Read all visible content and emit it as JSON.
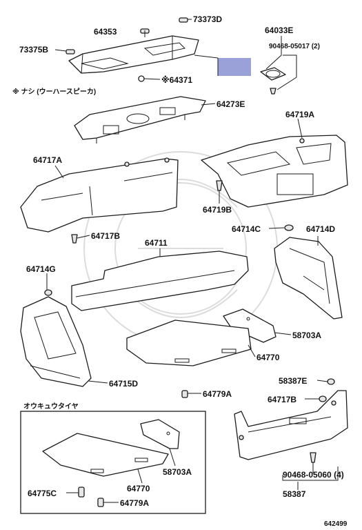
{
  "labels": {
    "p73373D": "73373D",
    "p64353": "64353",
    "p64033E": "64033E",
    "p90468_05017": "90468-05017 (2)",
    "p73375B": "73375B",
    "p64371": "※64371",
    "p64273E": "64273E",
    "p64719A": "64719A",
    "p64717A": "64717A",
    "p64719B": "64719B",
    "p64714C": "64714C",
    "p64714D": "64714D",
    "p64717B": "64717B",
    "p64711": "64711",
    "p64714G": "64714G",
    "p58703A_main": "58703A",
    "p64770_main": "64770",
    "p64715D": "64715D",
    "p64779A_main": "64779A",
    "p58387E": "58387E",
    "p64717B_lower": "64717B",
    "p90468_05060": "90468-05060 (4)",
    "p58387": "58387",
    "p58703A_box": "58703A",
    "p64770_box": "64770",
    "p64775C": "64775C",
    "p64779A_box": "64779A"
  },
  "notes": {
    "speaker_note": "※ ナシ (ウーハースピーカ)",
    "spare_tire_box_title": "オウキュウタイヤ"
  },
  "figure_number": "642499",
  "colors": {
    "line": "#1a1a1a",
    "highlight_box": "#9aa0d8",
    "watermark": "#dcdcdc"
  }
}
